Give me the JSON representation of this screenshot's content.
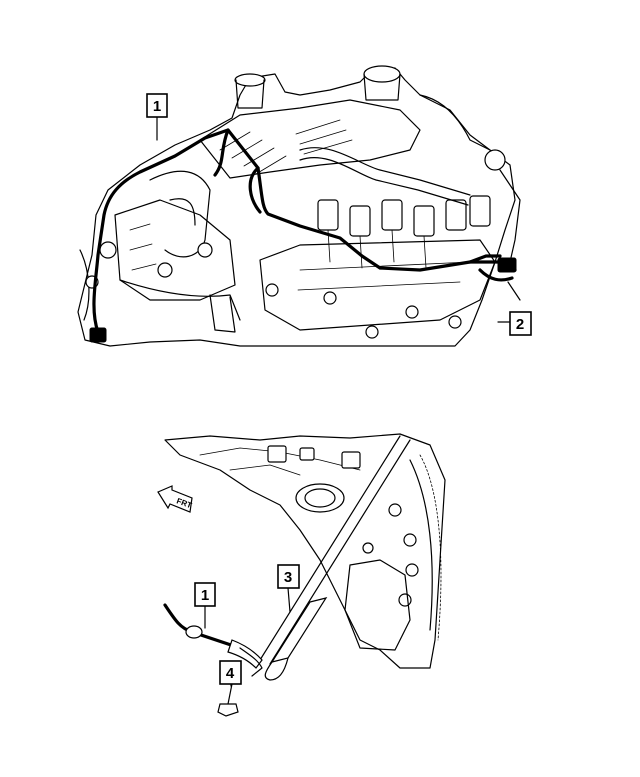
{
  "callouts": {
    "top_1": "1",
    "top_2": "2",
    "bottom_1": "1",
    "bottom_3": "3",
    "bottom_4": "4"
  },
  "arrow": {
    "label": "FRT",
    "icon": "front-direction-arrow-icon"
  }
}
